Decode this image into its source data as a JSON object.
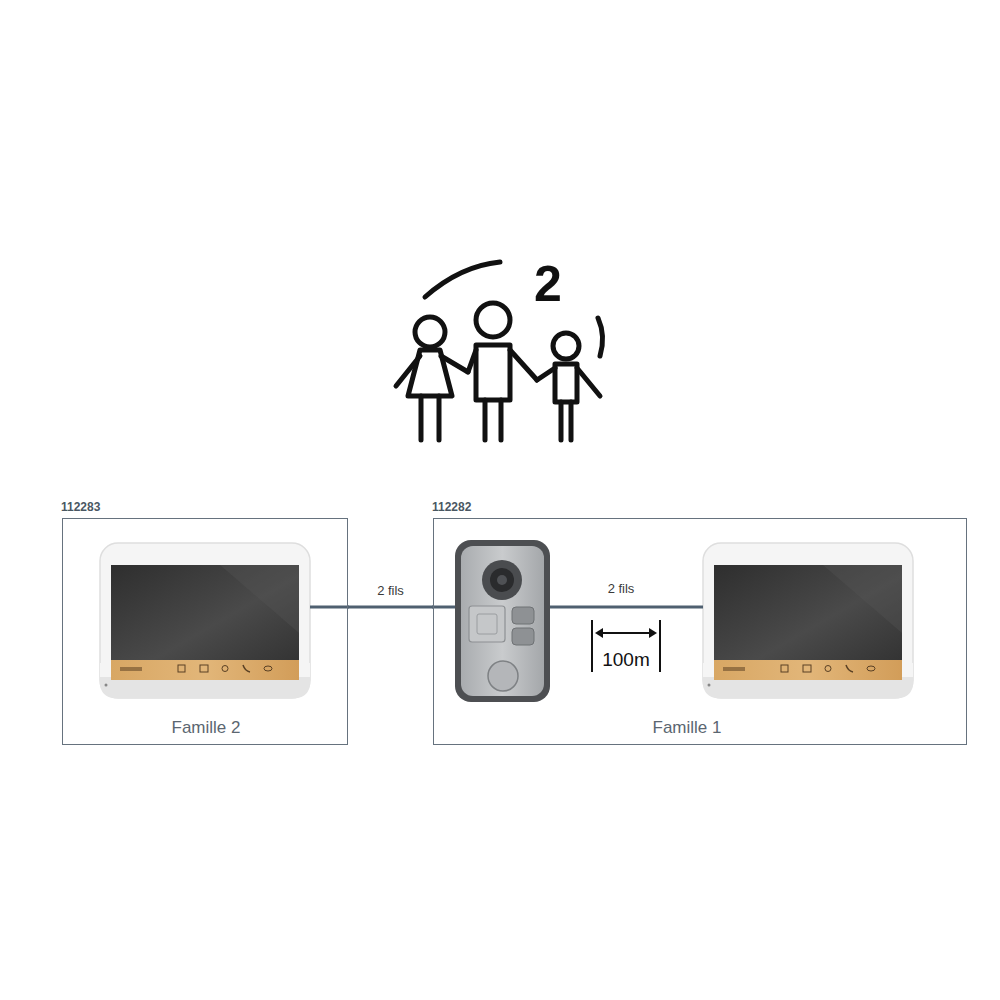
{
  "diagram": {
    "nodes": [
      {
        "text": [
          "112283",
          "Famille 2"
        ]
      },
      {
        "text": [
          "112282",
          "Famille 1"
        ]
      }
    ],
    "edges": [
      {
        "from": 0,
        "to": 1,
        "label": "2 fils",
        "arrow": "none"
      }
    ],
    "labels": [
      "2",
      "2 fils",
      "100m"
    ]
  }
}
